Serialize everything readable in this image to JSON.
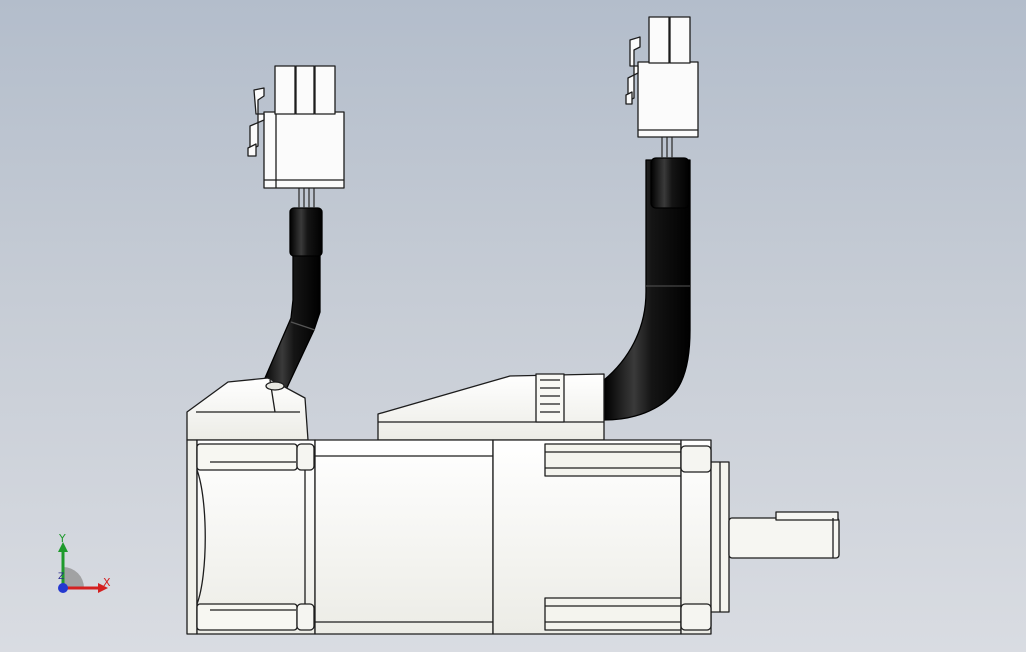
{
  "viewport": {
    "background_top": "#b3bdcb",
    "background_bottom": "#d9dce2"
  },
  "model": {
    "icon": "servo-motor-with-cables",
    "body_color": "#f3f3ef",
    "edge_color": "#202020",
    "cable_color": "#101010",
    "connector_color": "#fbfbfb"
  },
  "triad": {
    "x_label": "X",
    "y_label": "Y",
    "z_label": "Z",
    "x_color": "#d42020",
    "y_color": "#1e9a2c",
    "z_color": "#2438d0"
  }
}
